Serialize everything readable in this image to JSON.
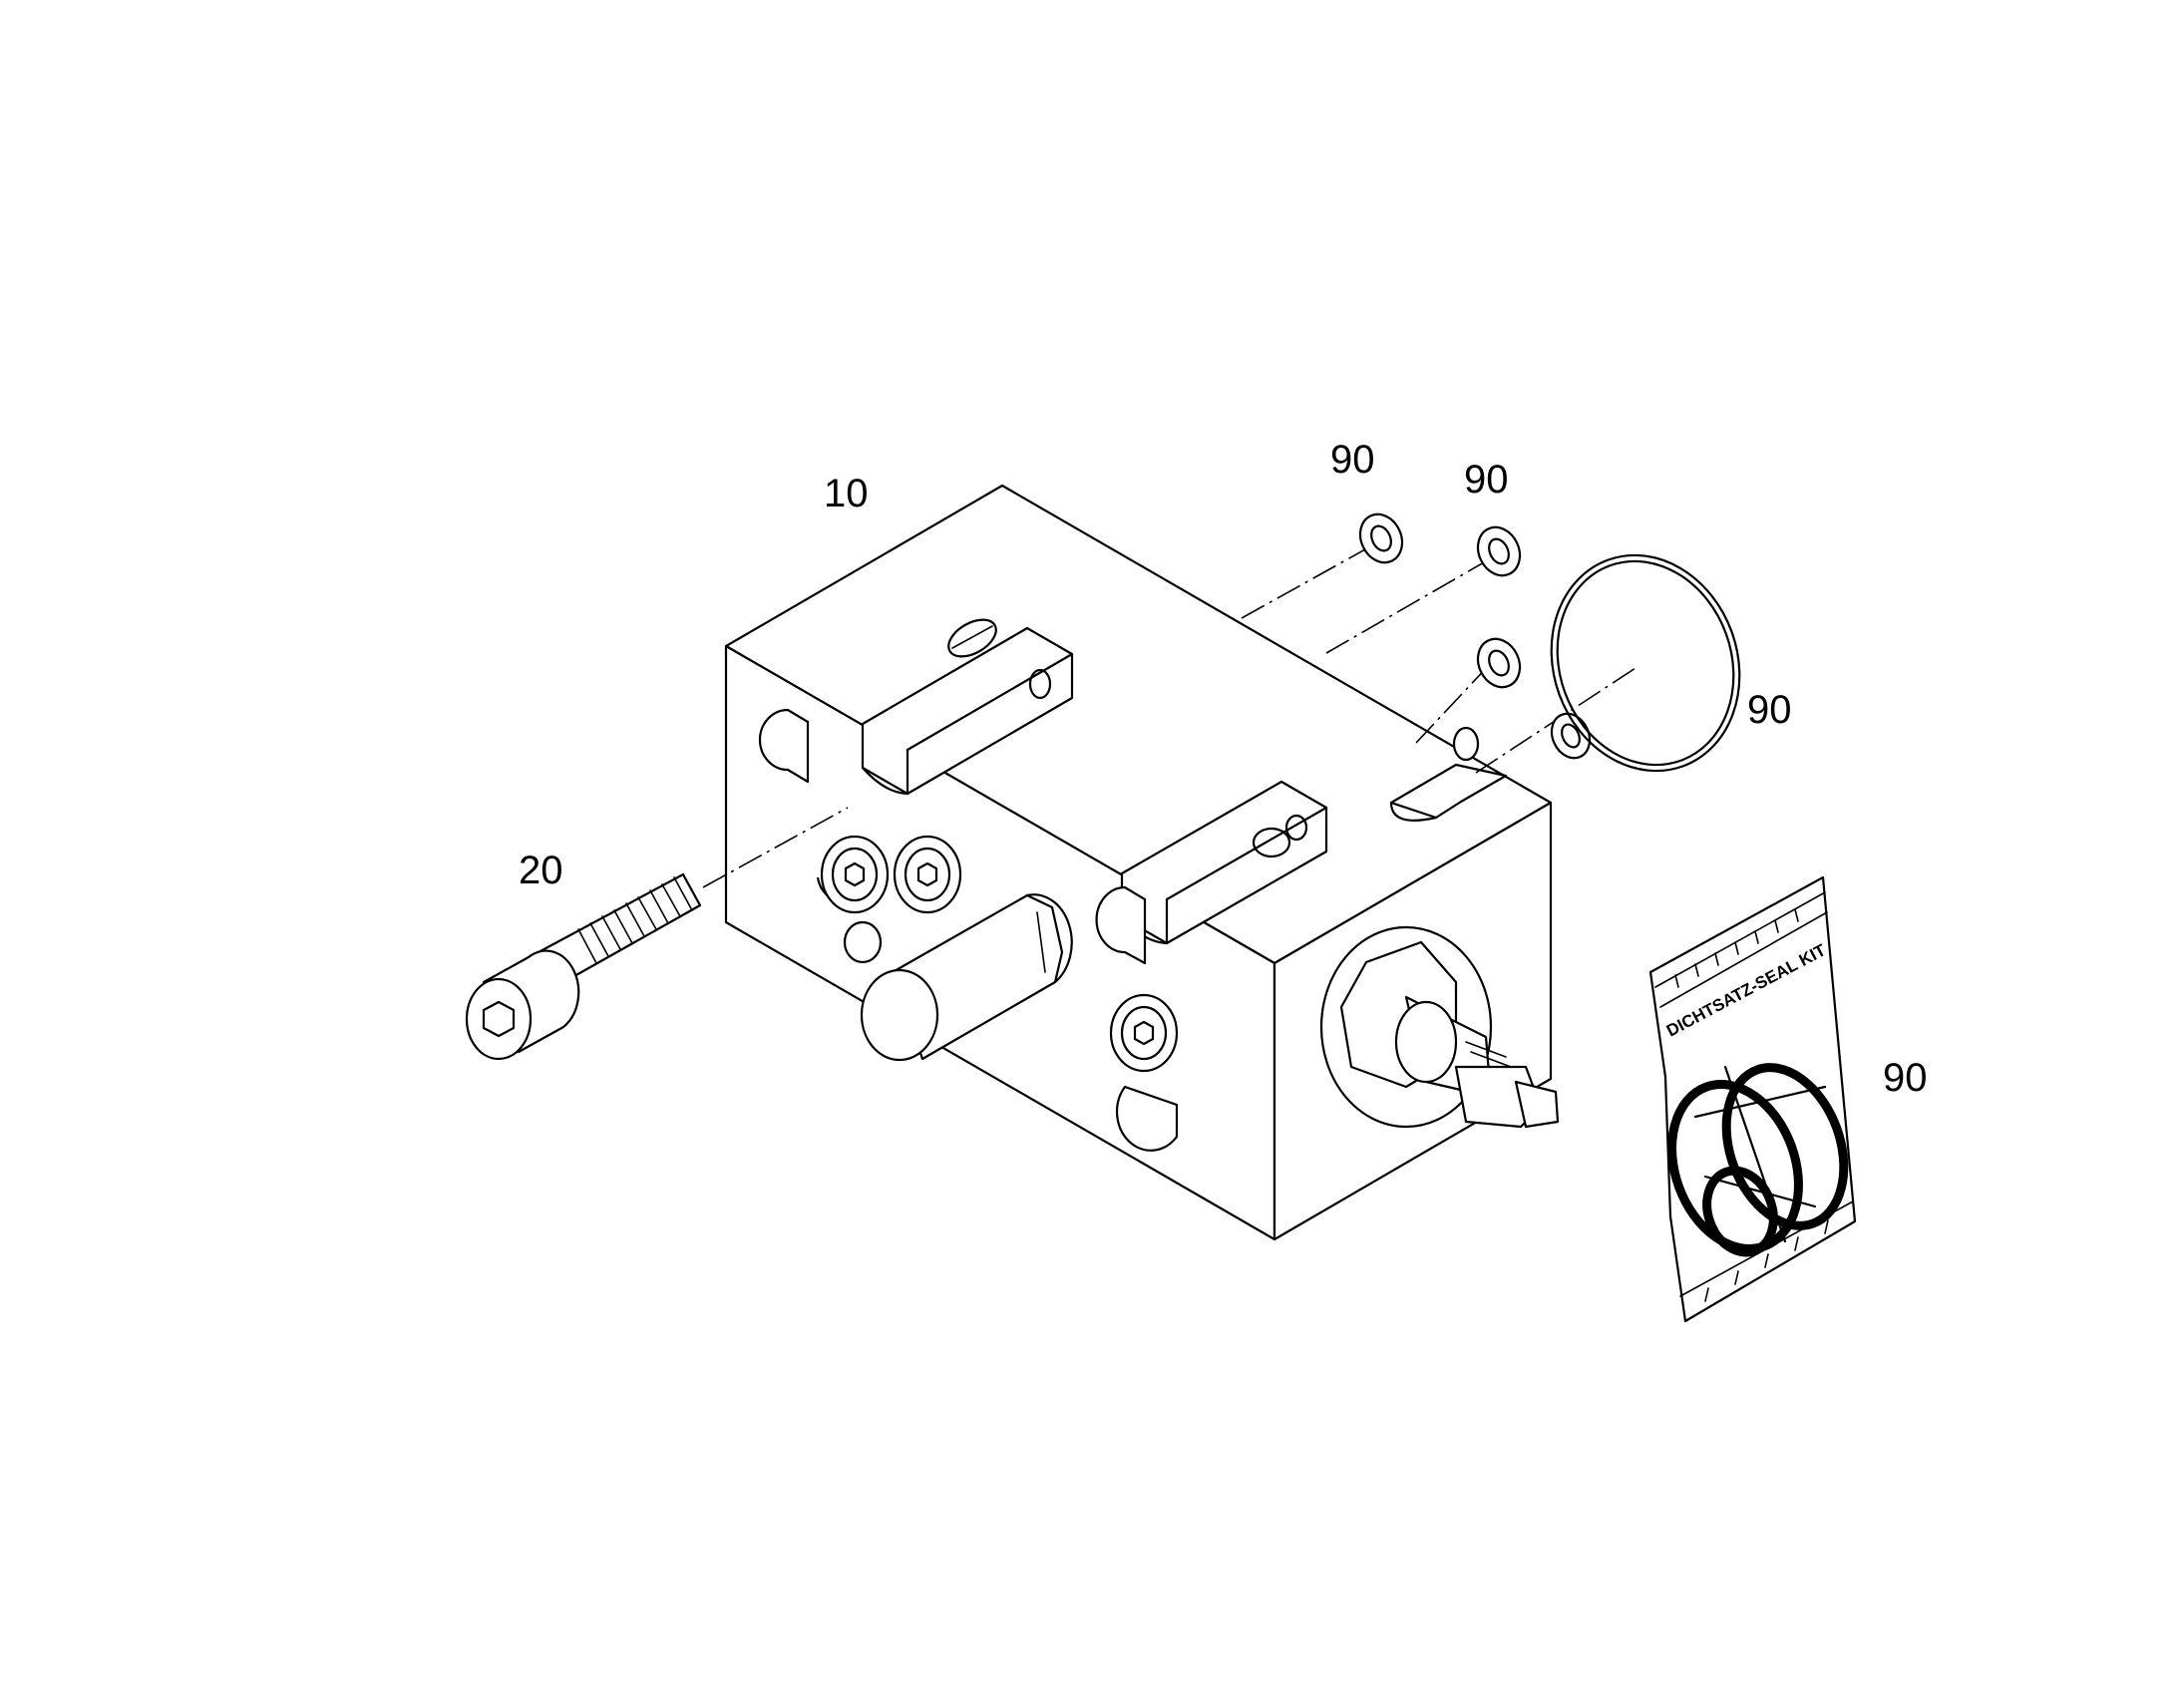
{
  "callouts": {
    "block": "10",
    "screw": "20",
    "seal_top_left": "90",
    "seal_top_right": "90",
    "o_ring": "90",
    "seal_kit": "90"
  },
  "seal_kit_bag": {
    "label": "DICHTSATZ-SEAL KIT"
  },
  "colors": {
    "line": "#000000",
    "background": "#ffffff"
  }
}
